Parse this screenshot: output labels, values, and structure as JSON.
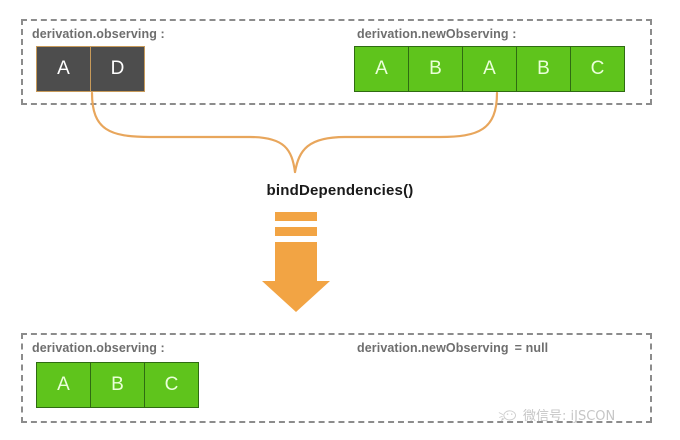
{
  "diagram": {
    "title": "bindDependencies()",
    "colors": {
      "green": "#5fc41c",
      "gray": "#4d4d4d",
      "orange": "#f2a444",
      "curve": "#e8a65c",
      "panel_border": "#8c8c8c",
      "label_text": "#6e6e6e"
    },
    "top_panel": {
      "observing": {
        "label": "derivation.observing :",
        "cells": [
          "A",
          "D"
        ]
      },
      "new_observing": {
        "label": "derivation.newObserving :",
        "cells": [
          "A",
          "B",
          "A",
          "B",
          "C"
        ]
      }
    },
    "operation": {
      "label": "bindDependencies()",
      "arrow_icon": "down-arrow-icon"
    },
    "bottom_panel": {
      "observing": {
        "label": "derivation.observing :",
        "cells": [
          "A",
          "B",
          "C"
        ]
      },
      "new_observing": {
        "label": "derivation.newObserving",
        "value_suffix": "= null"
      }
    }
  },
  "watermark": {
    "icon": "wechat-icon",
    "text": "微信号: iJSCON"
  }
}
